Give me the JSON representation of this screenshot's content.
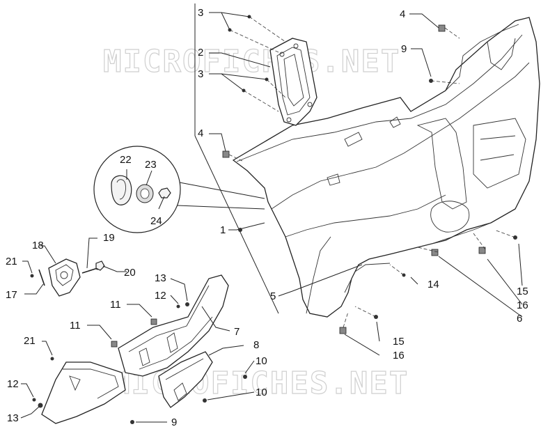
{
  "watermark": {
    "text_top": "MICROFICHES.NET",
    "text_bottom": "MICROFICHES.NET"
  },
  "callouts": [
    {
      "id": "c3a",
      "label": "3"
    },
    {
      "id": "c2",
      "label": "2"
    },
    {
      "id": "c3b",
      "label": "3"
    },
    {
      "id": "c4a",
      "label": "4"
    },
    {
      "id": "c9a",
      "label": "9"
    },
    {
      "id": "c4b",
      "label": "4"
    },
    {
      "id": "c22",
      "label": "22"
    },
    {
      "id": "c23",
      "label": "23"
    },
    {
      "id": "c24",
      "label": "24"
    },
    {
      "id": "c1",
      "label": "1"
    },
    {
      "id": "c18",
      "label": "18"
    },
    {
      "id": "c19",
      "label": "19"
    },
    {
      "id": "c21a",
      "label": "21"
    },
    {
      "id": "c20",
      "label": "20"
    },
    {
      "id": "c17",
      "label": "17"
    },
    {
      "id": "c5",
      "label": "5"
    },
    {
      "id": "c14",
      "label": "14"
    },
    {
      "id": "c15a",
      "label": "15"
    },
    {
      "id": "c16a",
      "label": "16"
    },
    {
      "id": "c6",
      "label": "6"
    },
    {
      "id": "c13a",
      "label": "13"
    },
    {
      "id": "c12a",
      "label": "12"
    },
    {
      "id": "c11a",
      "label": "11"
    },
    {
      "id": "c7",
      "label": "7"
    },
    {
      "id": "c11b",
      "label": "11"
    },
    {
      "id": "c8",
      "label": "8"
    },
    {
      "id": "c21b",
      "label": "21"
    },
    {
      "id": "c15b",
      "label": "15"
    },
    {
      "id": "c16b",
      "label": "16"
    },
    {
      "id": "c10a",
      "label": "10"
    },
    {
      "id": "c10b",
      "label": "10"
    },
    {
      "id": "c12b",
      "label": "12"
    },
    {
      "id": "c13b",
      "label": "13"
    },
    {
      "id": "c9b",
      "label": "9"
    }
  ]
}
